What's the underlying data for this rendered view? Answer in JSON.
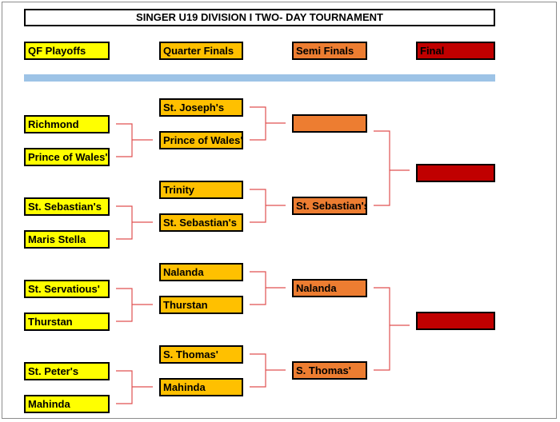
{
  "title": "SINGER U19 DIVISION I TWO- DAY TOURNAMENT",
  "headers": {
    "qf_playoffs": "QF Playoffs",
    "quarter_finals": "Quarter Finals",
    "semi_finals": "Semi Finals",
    "final": "Final"
  },
  "qf_playoffs": [
    "Richmond",
    "Prince of Wales'",
    "St. Sebastian's",
    "Maris Stella",
    "St. Servatious'",
    "Thurstan",
    "St. Peter's",
    "Mahinda"
  ],
  "quarter_finals": [
    "St. Joseph's",
    "Prince of Wales'",
    "Trinity",
    "St. Sebastian's",
    "Nalanda",
    "Thurstan",
    "S. Thomas'",
    "Mahinda"
  ],
  "semi_finals": [
    "",
    "St. Sebastian's",
    "Nalanda",
    "S. Thomas'"
  ],
  "finals": [
    "",
    ""
  ],
  "colors": {
    "qf_playoffs": "#ffff00",
    "quarter_finals": "#ffc000",
    "semi_finals": "#ed7d31",
    "final": "#c00000",
    "divider": "#9dc3e6",
    "connector": "#e05050"
  }
}
